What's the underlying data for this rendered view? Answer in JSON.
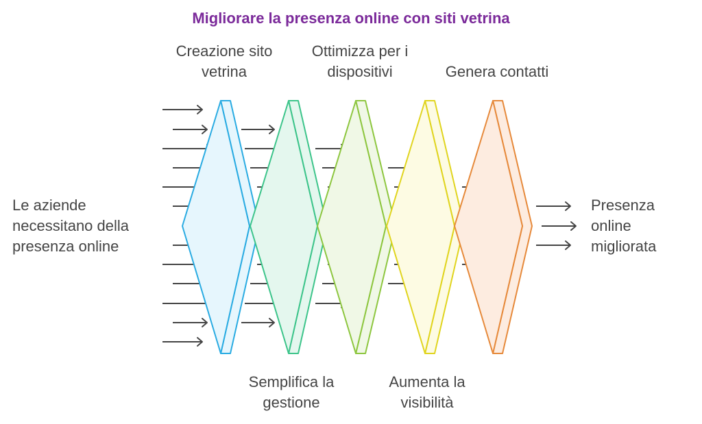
{
  "title": "Migliorare la presenza online con siti vetrina",
  "input_label": [
    "Le aziende",
    "necessitano della",
    "presenza online"
  ],
  "output_label": [
    "Presenza",
    "online",
    "migliorata"
  ],
  "stages": [
    {
      "name": "Creazione sito vetrina",
      "lines": [
        "Creazione sito",
        "vetrina"
      ],
      "position": "top",
      "stroke": "#29abe2",
      "fill": "#e6f6fd"
    },
    {
      "name": "Semplifica la gestione",
      "lines": [
        "Semplifica la",
        "gestione"
      ],
      "position": "bottom",
      "stroke": "#3cc48a",
      "fill": "#e4f7ee"
    },
    {
      "name": "Ottimizza per i dispositivi",
      "lines": [
        "Ottimizza per i",
        "dispositivi"
      ],
      "position": "top",
      "stroke": "#8dc63f",
      "fill": "#f0f8e6"
    },
    {
      "name": "Aumenta la visibilità",
      "lines": [
        "Aumenta la",
        "visibilità"
      ],
      "position": "bottom",
      "stroke": "#e0d41e",
      "fill": "#fdfbe3"
    },
    {
      "name": "Genera contatti",
      "lines": [
        "Genera contatti"
      ],
      "position": "top",
      "stroke": "#e6893a",
      "fill": "#fdece0"
    }
  ],
  "colors": {
    "title": "#7b2a9a",
    "text": "#444444",
    "arrow": "#444444"
  }
}
